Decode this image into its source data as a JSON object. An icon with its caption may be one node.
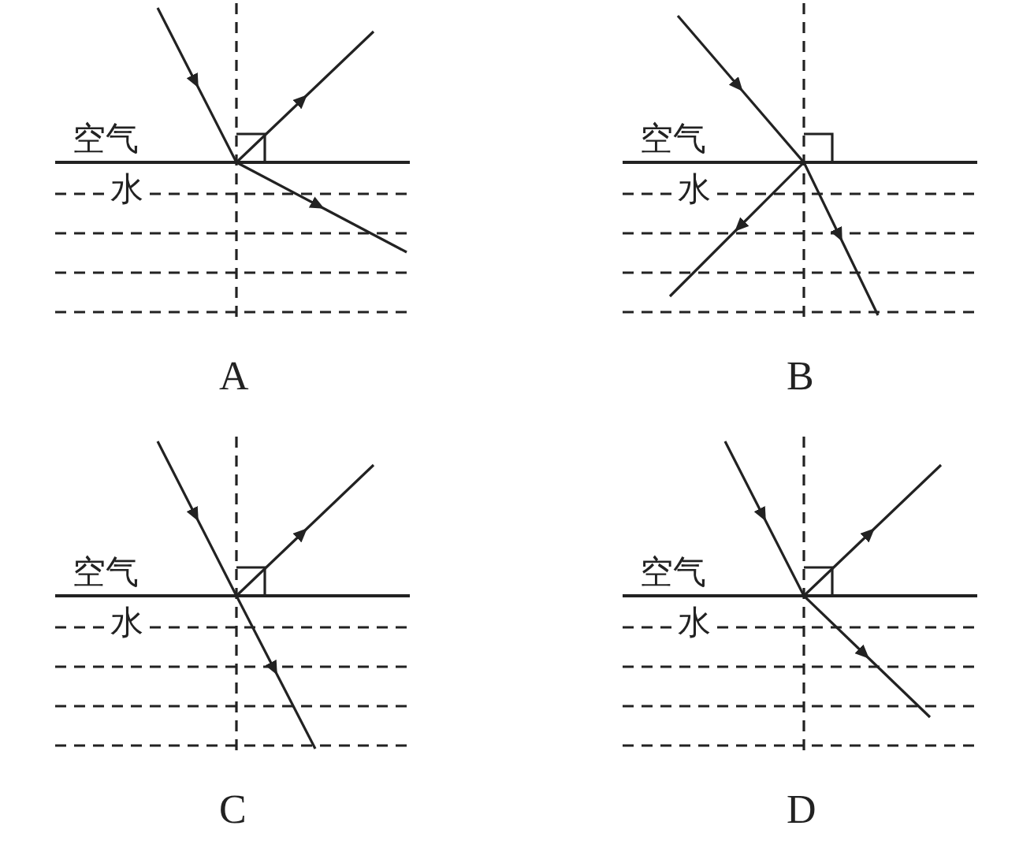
{
  "diagram": {
    "labels": [
      "空气",
      "水",
      "A",
      "空气",
      "水",
      "B",
      "空气",
      "水",
      "C",
      "空气",
      "水",
      "D"
    ]
  }
}
